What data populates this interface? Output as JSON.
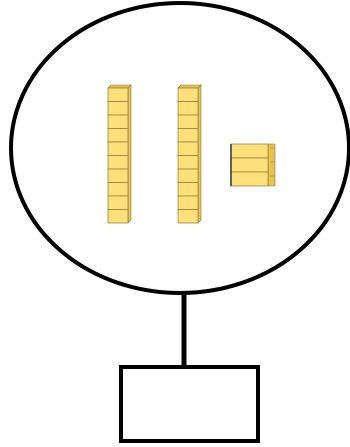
{
  "diagram": {
    "kind": "place-value-blocks",
    "blocks": {
      "tens_rods": 2,
      "units_per_rod": 10,
      "ones_cubes": 3
    },
    "answer_box": {
      "value": ""
    },
    "colors": {
      "block_fill": "#FDE07A",
      "block_edge": "#8A7A3A",
      "block_side": "#E8C24E",
      "outline": "#000000",
      "background": "#FFFFFF"
    }
  }
}
